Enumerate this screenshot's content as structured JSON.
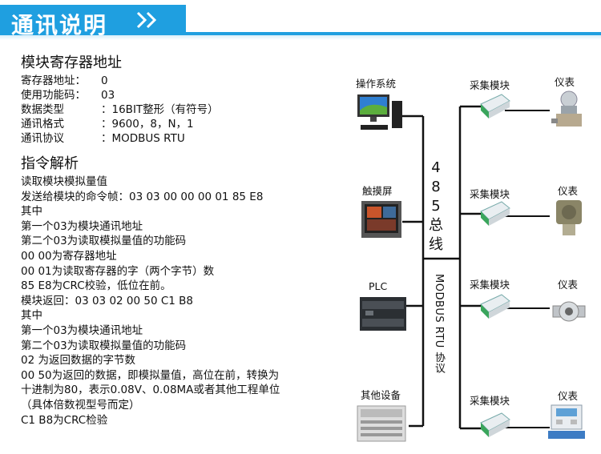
{
  "header": {
    "title": "通讯说明"
  },
  "module_registers": {
    "title": "模块寄存器地址",
    "rows": [
      {
        "key": "寄存器地址：",
        "value": "0"
      },
      {
        "key": "使用功能码：",
        "value": "03"
      },
      {
        "key": "数据类型",
        "value": "：16BIT整形（有符号）"
      },
      {
        "key": "通讯格式",
        "value": "：9600，8，N，1"
      },
      {
        "key": "通讯协议",
        "value": "：MODBUS RTU"
      }
    ]
  },
  "command_analysis": {
    "title": "指令解析",
    "lines": [
      "读取模块模拟量值",
      "发送给模块的命令帧：03 03 00 00 00 01 85 E8",
      "其中",
      "第一个03为模块通讯地址",
      "第二个03为读取模拟量值的功能码",
      "00 00为寄存器地址",
      "00 01为读取寄存器的字（两个字节）数",
      "85 E8为CRC校验，低位在前。",
      "模块返回：03 03 02 00 50 C1 B8",
      "其中",
      "第一个03为模块通讯地址",
      "第二个03为读取模拟量值的功能码",
      "02 为返回数据的字节数",
      "00 50为返回的数据，即模拟量值，高位在前，转换为",
      "十进制为80，表示0.08V、0.08MA或者其他工程单位",
      "（具体倍数视型号而定）",
      "C1 B8为CRC检验"
    ]
  },
  "diagram": {
    "masters": [
      "操作系统",
      "触摸屏",
      "PLC",
      "其他设备"
    ],
    "module_label": "采集模块",
    "instrument_label": "仪表",
    "bus_top": [
      "4",
      "8",
      "5",
      "总",
      "线"
    ],
    "bus_bottom": "MODBUS RTU 协议"
  }
}
